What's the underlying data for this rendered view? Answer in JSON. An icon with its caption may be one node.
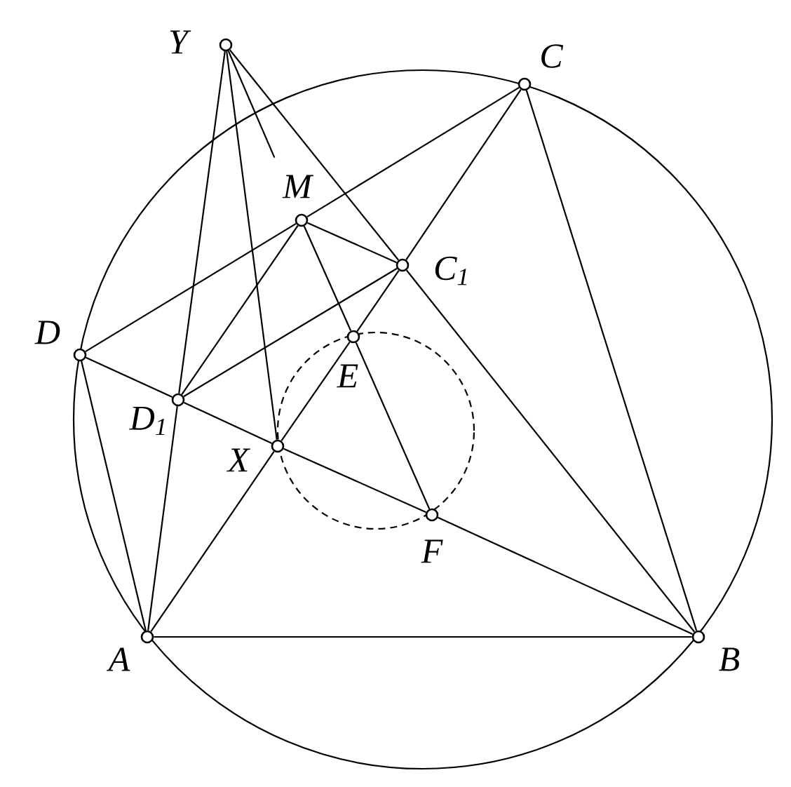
{
  "diagram": {
    "nodes": [
      {
        "text": [],
        "shape": "circle",
        "beside": [
          "Y"
        ]
      },
      {
        "text": [],
        "shape": "circle",
        "beside": [
          "C"
        ]
      },
      {
        "text": [],
        "shape": "circle",
        "beside": [
          "M"
        ]
      },
      {
        "text": [],
        "shape": "circle",
        "beside": [
          "C$_{1}$"
        ]
      },
      {
        "text": [],
        "shape": "circle",
        "beside": [
          "D"
        ]
      },
      {
        "text": [],
        "shape": "circle",
        "beside": [
          "E"
        ]
      },
      {
        "text": [],
        "shape": "circle",
        "beside": [
          "D$_{1}$"
        ]
      },
      {
        "text": [],
        "shape": "circle",
        "beside": [
          "X"
        ]
      },
      {
        "text": [],
        "shape": "circle",
        "beside": [
          "F"
        ]
      },
      {
        "text": [],
        "shape": "circle",
        "beside": [
          "A"
        ]
      },
      {
        "text": [],
        "shape": "circle",
        "beside": [
          "B"
        ]
      }
    ],
    "edges": [
      {
        "from": 0,
        "to": 6,
        "arrow": "none"
      },
      {
        "from": 6,
        "to": 9,
        "arrow": "none"
      },
      {
        "from": 0,
        "to": 7,
        "arrow": "none"
      },
      {
        "from": 0,
        "to": 2,
        "arrow": "none"
      },
      {
        "from": 0,
        "to": 3,
        "arrow": "none"
      },
      {
        "from": 3,
        "to": 10,
        "arrow": "none"
      },
      {
        "from": 4,
        "to": 2,
        "arrow": "none"
      },
      {
        "from": 2,
        "to": 1,
        "arrow": "none"
      },
      {
        "from": 2,
        "to": 3,
        "arrow": "none"
      },
      {
        "from": 2,
        "to": 5,
        "arrow": "none"
      },
      {
        "from": 2,
        "to": 6,
        "arrow": "none"
      },
      {
        "from": 5,
        "to": 8,
        "arrow": "none"
      },
      {
        "from": 6,
        "to": 3,
        "arrow": "none"
      },
      {
        "from": 9,
        "to": 7,
        "arrow": "none"
      },
      {
        "from": 7,
        "to": 5,
        "arrow": "none"
      },
      {
        "from": 5,
        "to": 3,
        "arrow": "none"
      },
      {
        "from": 3,
        "to": 1,
        "arrow": "none"
      },
      {
        "from": 4,
        "to": 6,
        "arrow": "none"
      },
      {
        "from": 6,
        "to": 7,
        "arrow": "none"
      },
      {
        "from": 7,
        "to": 8,
        "arrow": "none"
      },
      {
        "from": 8,
        "to": 10,
        "arrow": "none"
      },
      {
        "from": 4,
        "to": 9,
        "arrow": "none"
      },
      {
        "from": 9,
        "to": 10,
        "arrow": "none"
      },
      {
        "from": 1,
        "to": 10,
        "arrow": "none"
      }
    ]
  }
}
